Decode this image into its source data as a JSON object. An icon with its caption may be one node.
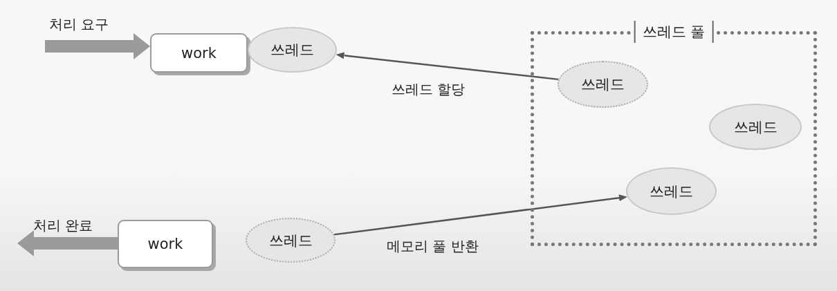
{
  "diagram": {
    "nodes": [
      {
        "text": [
          "work"
        ]
      },
      {
        "text": [
          "쓰레드"
        ]
      },
      {
        "text": [
          "work"
        ]
      },
      {
        "text": [
          "쓰레드"
        ]
      },
      {
        "text": [
          "쓰레드 풀"
        ]
      },
      {
        "text": [
          "쓰레드"
        ],
        "in": 4
      },
      {
        "text": [
          "쓰레드"
        ],
        "in": 4
      },
      {
        "text": [
          "쓰레드"
        ],
        "in": 4
      }
    ],
    "edges": [
      {
        "from": null,
        "to": 0,
        "arrow": "to",
        "label": "처리 요구",
        "style": "thick",
        "color": "#9a9a9a"
      },
      {
        "from": 5,
        "to": 1,
        "arrow": "to",
        "label": "쓰레드 할당"
      },
      {
        "from": 3,
        "to": 7,
        "arrow": "to",
        "label": "메모리 풀 반환"
      },
      {
        "from": 2,
        "to": null,
        "arrow": "to",
        "label": "처리 완료",
        "style": "thick",
        "color": "#9a9a9a"
      }
    ]
  }
}
